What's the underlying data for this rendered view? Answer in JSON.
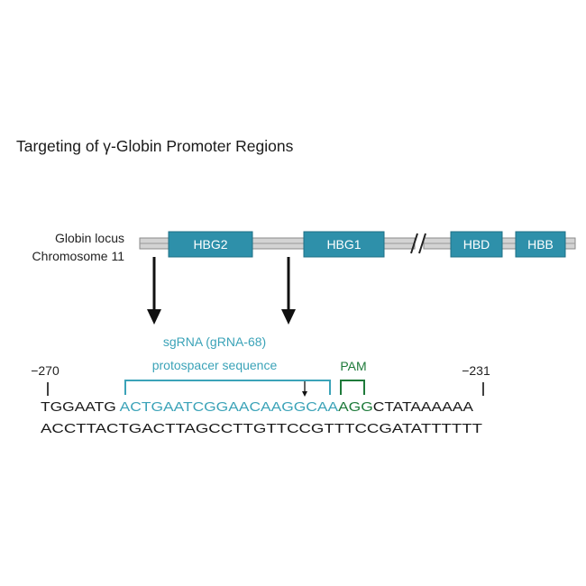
{
  "title": "Targeting of γ-Globin Promoter Regions",
  "locus": {
    "label_line1": "Globin locus",
    "label_line2": "Chromosome 11",
    "genes": [
      "HBG2",
      "HBG1",
      "HBD",
      "HBB"
    ],
    "break_mark": "//"
  },
  "sgrna": {
    "label_line1": "sgRNA (gRNA-68)",
    "label_line2": "protospacer sequence"
  },
  "pam": {
    "label": "PAM"
  },
  "positions": {
    "start": "−270",
    "end": "−231"
  },
  "sequence": {
    "top_left": "TGGAATG",
    "top_protospacer": "ACTGAATCGGAACAAGGCAA",
    "top_pam": "AGG",
    "top_right": "CTATAAAAAA",
    "bottom": "ACCTTACTGACTTAGCCTTGTTCCGTTTCCGATATTTTTT"
  },
  "colors": {
    "gene_box": "#2e90aa",
    "gene_box_border": "#1f6f86",
    "chromosome": "#c8c8c8",
    "protospacer": "#3ba3b8",
    "pam": "#1e7a3a",
    "text": "#1a1a1a"
  }
}
